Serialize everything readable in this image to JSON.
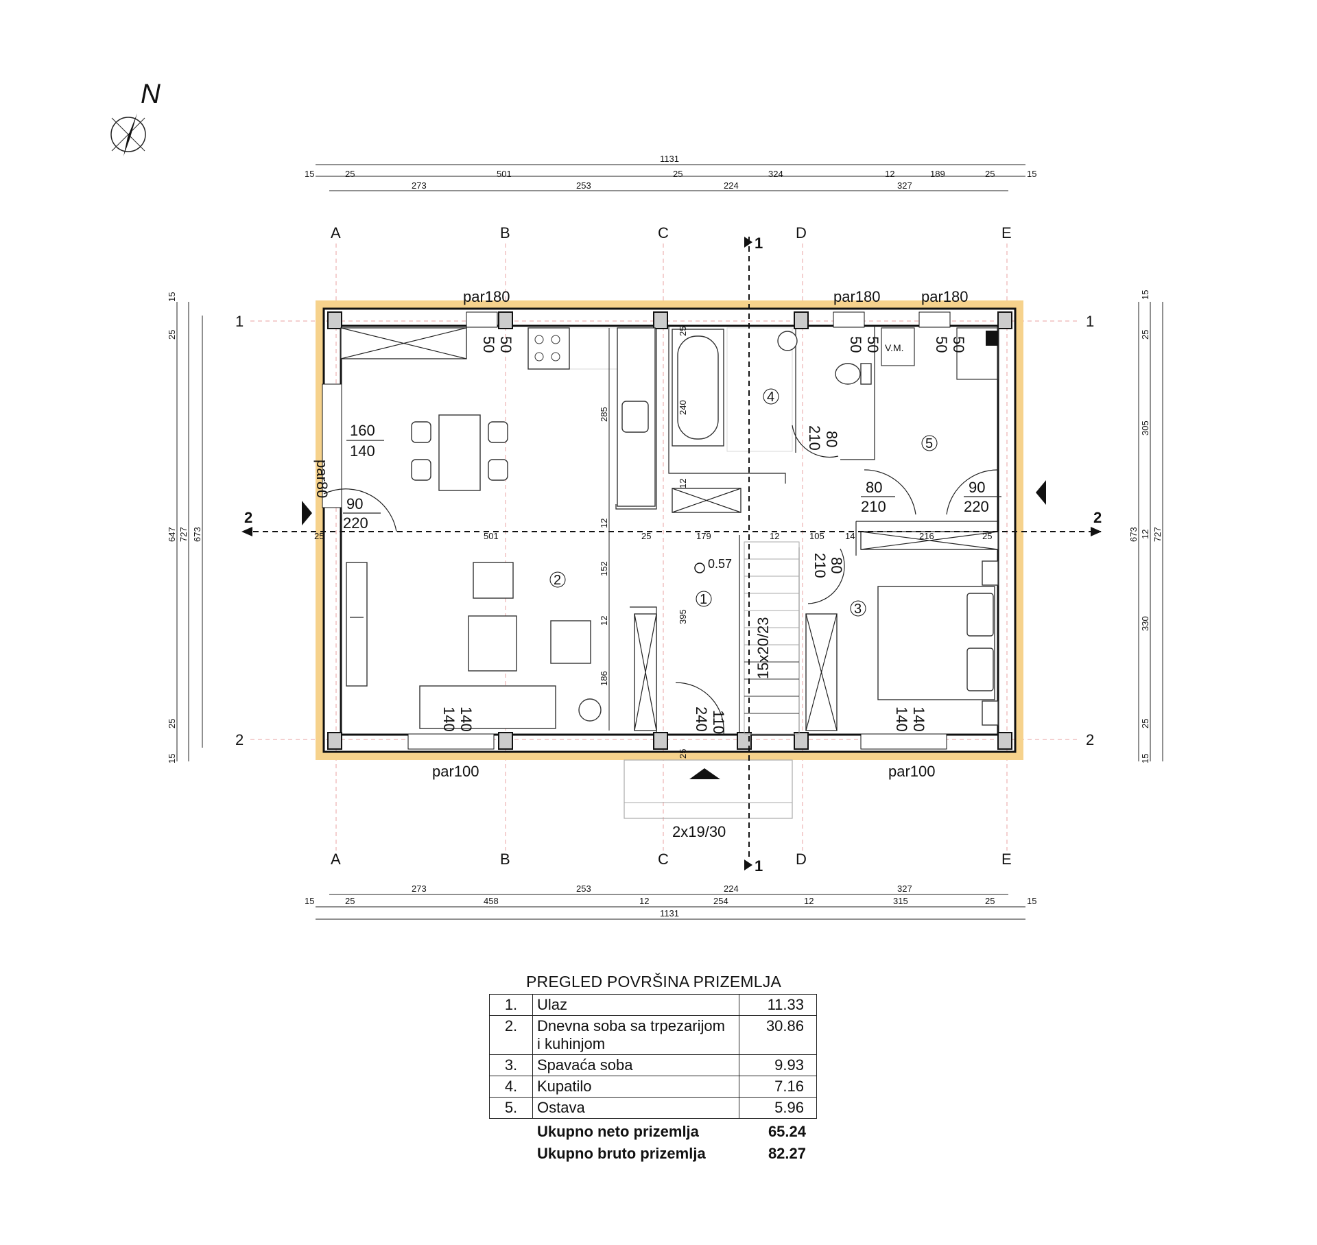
{
  "north_label": "N",
  "grid_columns": [
    "A",
    "B",
    "C",
    "D",
    "E"
  ],
  "grid_rows": [
    "1",
    "2"
  ],
  "section_labels": {
    "vertical": "1",
    "horizontal": "2"
  },
  "top_dims": {
    "overall": "1131",
    "row2": [
      "15",
      "25",
      "501",
      "25",
      "324",
      "12",
      "189",
      "25",
      "15"
    ],
    "row3": [
      "273",
      "253",
      "224",
      "327"
    ]
  },
  "bottom_dims": {
    "row1": [
      "273",
      "253",
      "224",
      "327"
    ],
    "row2": [
      "15",
      "25",
      "458",
      "12",
      "254",
      "12",
      "315",
      "25",
      "15"
    ],
    "overall": "1131"
  },
  "left_dims": {
    "outer": [
      "15",
      "25",
      "25",
      "15"
    ],
    "mid": "647",
    "inner": "727",
    "inner2": "673"
  },
  "right_dims": {
    "outer": [
      "15",
      "25",
      "25",
      "15"
    ],
    "segments": [
      "305",
      "12",
      "330"
    ],
    "overall": "673",
    "overall2": "727"
  },
  "internal_dims": {
    "kitchen_h": "285",
    "bath_tub": "240",
    "bath_top": "25",
    "kitchen_small": "12",
    "corridor_row": [
      "25",
      "501",
      "25",
      "179",
      "12",
      "105",
      "14",
      "216",
      "25"
    ],
    "living_152": "152",
    "living_12a": "12",
    "living_12b": "12",
    "living_186": "186",
    "entry_395": "395",
    "entry_25": "25"
  },
  "windows": {
    "top_left": "par180",
    "top_mid": "par180",
    "top_right": "par180",
    "left": "par80",
    "bottom_left": "par100",
    "bottom_right": "par100"
  },
  "openings": [
    {
      "id": "kitchen-window",
      "w": "50",
      "h": "50"
    },
    {
      "id": "bath-window",
      "w": "50",
      "h": "50"
    },
    {
      "id": "storage-window",
      "w": "50",
      "h": "50"
    },
    {
      "id": "left-window",
      "w": "160",
      "h": "140"
    },
    {
      "id": "dining-door",
      "w": "90",
      "h": "220"
    },
    {
      "id": "bath-door",
      "w": "80",
      "h": "210"
    },
    {
      "id": "wc-door",
      "w": "80",
      "h": "210"
    },
    {
      "id": "storage-door",
      "w": "90",
      "h": "220"
    },
    {
      "id": "bedroom-door",
      "w": "80",
      "h": "210"
    },
    {
      "id": "living-window",
      "w": "140",
      "h": "140"
    },
    {
      "id": "entry-door",
      "w": "110",
      "h": "240"
    },
    {
      "id": "bedroom-window",
      "w": "140",
      "h": "140"
    }
  ],
  "rooms": [
    "1",
    "2",
    "3",
    "4",
    "5"
  ],
  "level_mark": "0.57",
  "stairs_label": "15x20/23",
  "entry_steps_label": "2x19/30",
  "vm_label": "V.M.",
  "area_table": {
    "title": "PREGLED POVRŠINA PRIZEMLJA",
    "rows": [
      {
        "num": "1.",
        "name": "Ulaz",
        "name2": "",
        "value": "11.33"
      },
      {
        "num": "2.",
        "name": "Dnevna soba sa trpezarijom",
        "name2": "i kuhinjom",
        "value": "30.86"
      },
      {
        "num": "3.",
        "name": "Spavaća soba",
        "name2": "",
        "value": "9.93"
      },
      {
        "num": "4.",
        "name": "Kupatilo",
        "name2": "",
        "value": "7.16"
      },
      {
        "num": "5.",
        "name": "Ostava",
        "name2": "",
        "value": "5.96"
      }
    ],
    "totals": [
      {
        "label": "Ukupno neto prizemlja",
        "value": "65.24"
      },
      {
        "label": "Ukupno bruto prizemlja",
        "value": "82.27"
      }
    ]
  }
}
